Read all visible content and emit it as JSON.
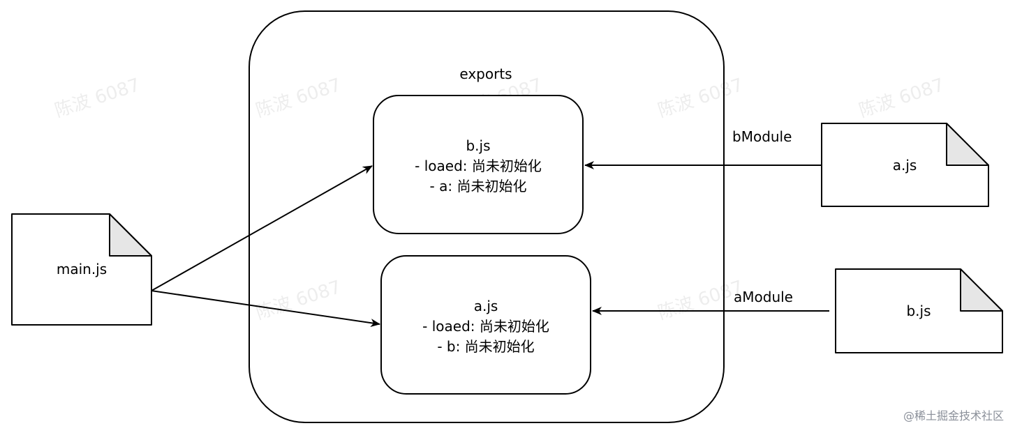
{
  "container": {
    "title": "exports"
  },
  "boxes": {
    "top": {
      "lines": [
        "b.js",
        "- loaed: 尚未初始化",
        "- a: 尚未初始化"
      ]
    },
    "bottom": {
      "lines": [
        "a.js",
        "- loaed: 尚未初始化",
        "- b: 尚未初始化"
      ]
    }
  },
  "files": {
    "main": {
      "label": "main.js"
    },
    "a": {
      "label": "a.js"
    },
    "b": {
      "label": "b.js"
    }
  },
  "edges": {
    "b_module": {
      "label": "bModule"
    },
    "a_module": {
      "label": "aModule"
    }
  },
  "watermark": {
    "text": "陈波 6087"
  },
  "credit": {
    "text": "@稀土掘金技术社区"
  },
  "colors": {
    "stroke": "#000000",
    "fold_fill": "#e6e6e6",
    "background": "#ffffff",
    "credit": "#8a8f99"
  }
}
